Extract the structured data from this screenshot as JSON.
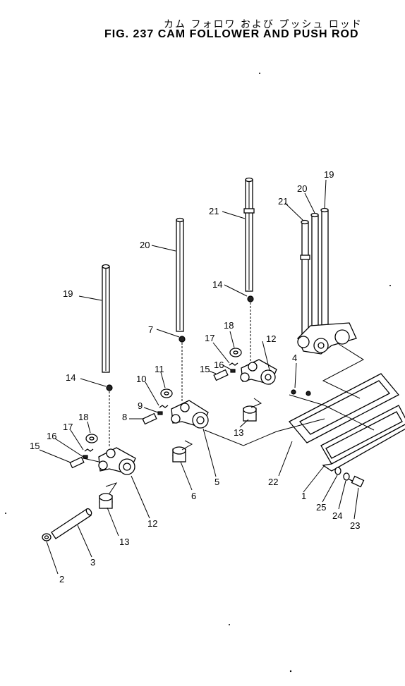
{
  "title": {
    "japanese": "カム フォロワ および プッシュ ロッド",
    "english": "FIG. 237  CAM FOLLOWER AND PUSH ROD"
  },
  "part_labels": [
    "1",
    "2",
    "3",
    "4",
    "5",
    "6",
    "7",
    "8",
    "9",
    "10",
    "11",
    "12",
    "13",
    "14",
    "15",
    "16",
    "17",
    "18",
    "19",
    "20",
    "21",
    "22",
    "23",
    "24",
    "25"
  ]
}
